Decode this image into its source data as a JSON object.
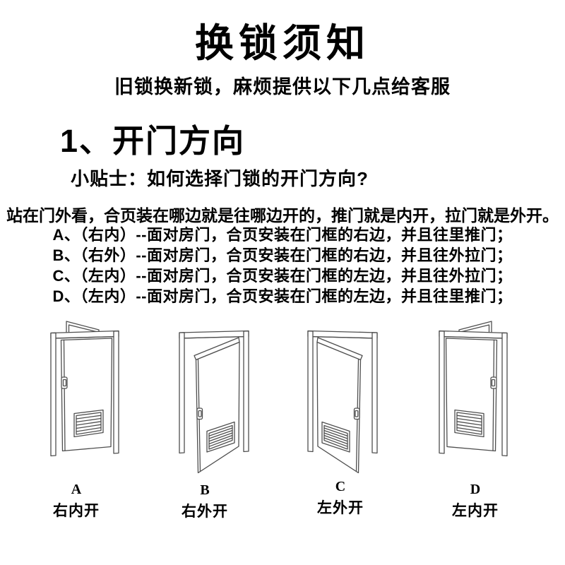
{
  "colors": {
    "background": "#ffffff",
    "text": "#000000",
    "line_art": "#4f4f4f"
  },
  "header": {
    "title": "换锁须知",
    "subtitle": "旧锁换新锁，麻烦提供以下几点给客服"
  },
  "section": {
    "heading": "1、开门方向",
    "tip": "小贴士：如何选择门锁的开门方向?",
    "intro": "站在门外看，合页装在哪边就是往哪边开的，推门就是内开，拉门就是外开。",
    "options": [
      "A、（右内）--面对房门，合页安装在门框的右边，并且往里推门；",
      "B、（右外）--面对房门，合页安装在门框的右边，并且往外拉门；",
      "C、（左内）--面对房门，合页安装在门框的左边，并且往外拉门；",
      "D、（左内）--面对房门，合页安装在门框的左边，并且往里推门；"
    ]
  },
  "doors": [
    {
      "letter": "A",
      "label": "右内开",
      "swing": "inward",
      "hinge_side": "right"
    },
    {
      "letter": "B",
      "label": "右外开",
      "swing": "outward",
      "hinge_side": "right"
    },
    {
      "letter": "C",
      "label": "左外开",
      "swing": "outward",
      "hinge_side": "left"
    },
    {
      "letter": "D",
      "label": "左内开",
      "swing": "inward",
      "hinge_side": "left"
    }
  ]
}
